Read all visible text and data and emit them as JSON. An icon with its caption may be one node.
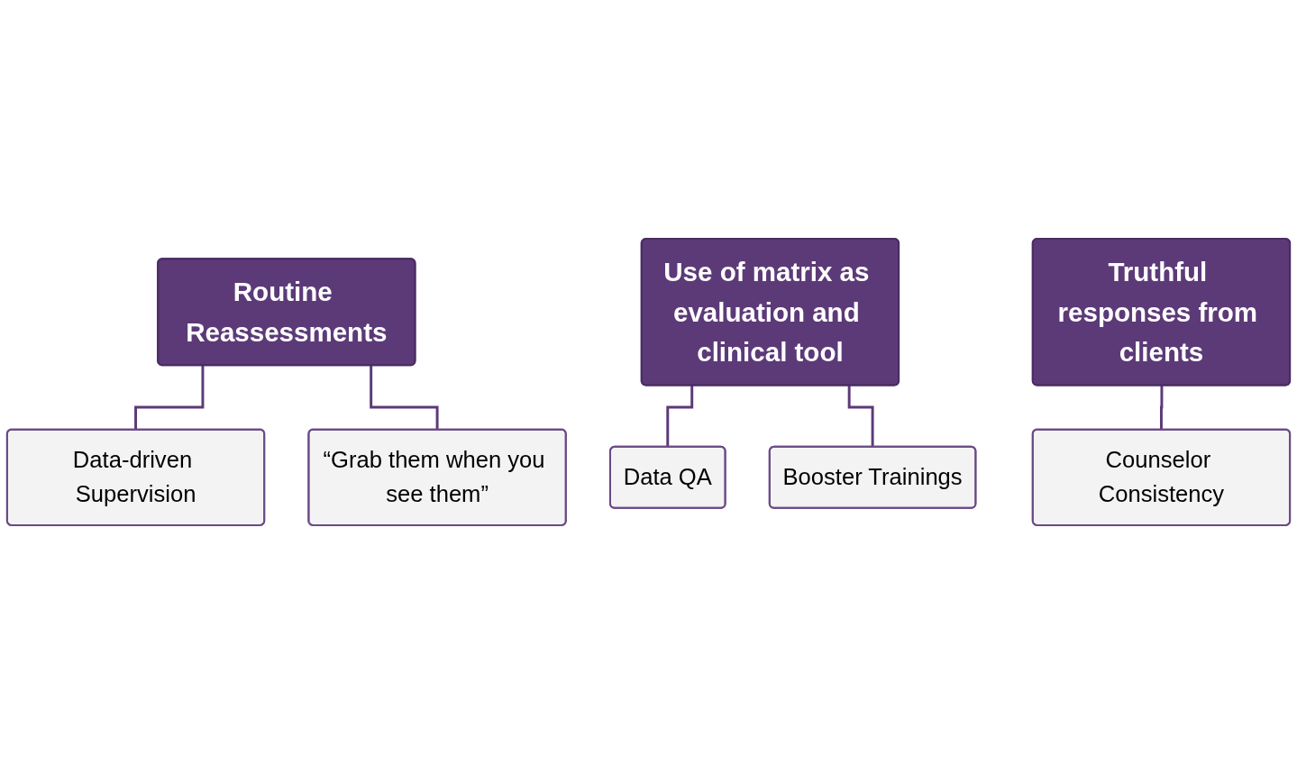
{
  "diagram": {
    "nodes": [
      {
        "text": [
          "Routine Reassessments"
        ]
      },
      {
        "text": [
          "Data-driven Supervision"
        ]
      },
      {
        "text": [
          "“Grab them when you see them”"
        ]
      },
      {
        "text": [
          "Use of matrix as evaluation and clinical tool"
        ]
      },
      {
        "text": [
          "Data QA"
        ]
      },
      {
        "text": [
          "Booster Trainings"
        ]
      },
      {
        "text": [
          "Truthful responses from clients"
        ]
      },
      {
        "text": [
          "Counselor Consistency"
        ]
      }
    ],
    "edges": [
      {
        "from": 0,
        "to": 1,
        "arrow": "none"
      },
      {
        "from": 0,
        "to": 2,
        "arrow": "none"
      },
      {
        "from": 3,
        "to": 4,
        "arrow": "none"
      },
      {
        "from": 3,
        "to": 5,
        "arrow": "none"
      },
      {
        "from": 6,
        "to": 7,
        "arrow": "none"
      }
    ]
  }
}
